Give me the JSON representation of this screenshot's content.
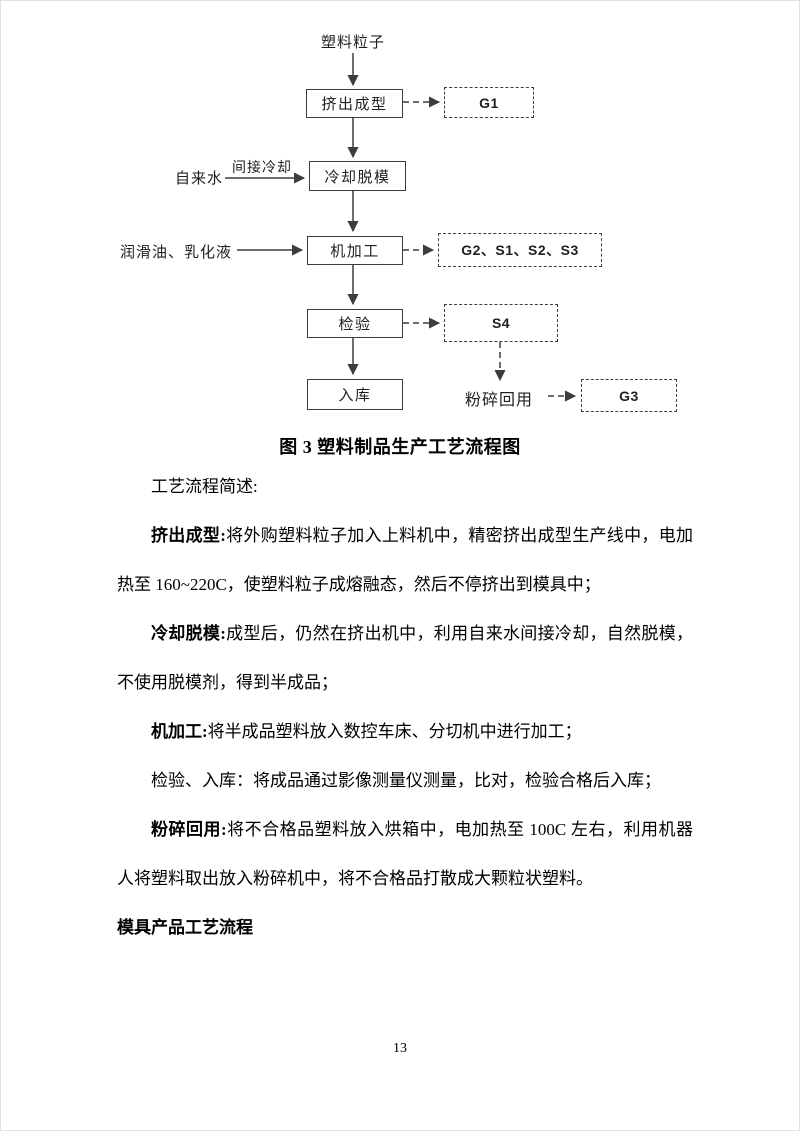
{
  "flowchart": {
    "start_label": "塑料粒子",
    "nodes": {
      "extrusion": "挤出成型",
      "cooling": "冷却脱模",
      "machining": "机加工",
      "inspection": "检验",
      "storage": "入库",
      "crushing": "粉碎回用"
    },
    "side_labels": {
      "tap_water": "自来水",
      "indirect_cooling": "间接冷却",
      "lubricant": "润滑油、乳化液"
    },
    "outputs": {
      "g1": "G1",
      "g2_s1_s2_s3": "G2、S1、S2、S3",
      "s4": "S4",
      "g3": "G3"
    }
  },
  "caption": "图 3 塑料制品生产工艺流程图",
  "body": {
    "intro": "工艺流程简述:",
    "paragraphs": [
      {
        "lead": "挤出成型:",
        "text": "将外购塑料粒子加入上料机中，精密挤出成型生产线中，电加热至 160~220C，使塑料粒子成熔融态，然后不停挤出到模具中；"
      },
      {
        "lead": "冷却脱模:",
        "text": "成型后，仍然在挤出机中，利用自来水间接冷却，自然脱模，不使用脱模剂，得到半成品；"
      },
      {
        "lead": "机加工:",
        "text": "将半成品塑料放入数控车床、分切机中进行加工；"
      },
      {
        "lead": "",
        "text": "检验、入库：将成品通过影像测量仪测量，比对，检验合格后入库；"
      },
      {
        "lead": "粉碎回用:",
        "text": "将不合格品塑料放入烘箱中，电加热至 100C 左右，利用机器人将塑料取出放入粉碎机中，将不合格品打散成大颗粒状塑料。"
      }
    ],
    "heading": "模具产品工艺流程"
  },
  "page_number": "13"
}
